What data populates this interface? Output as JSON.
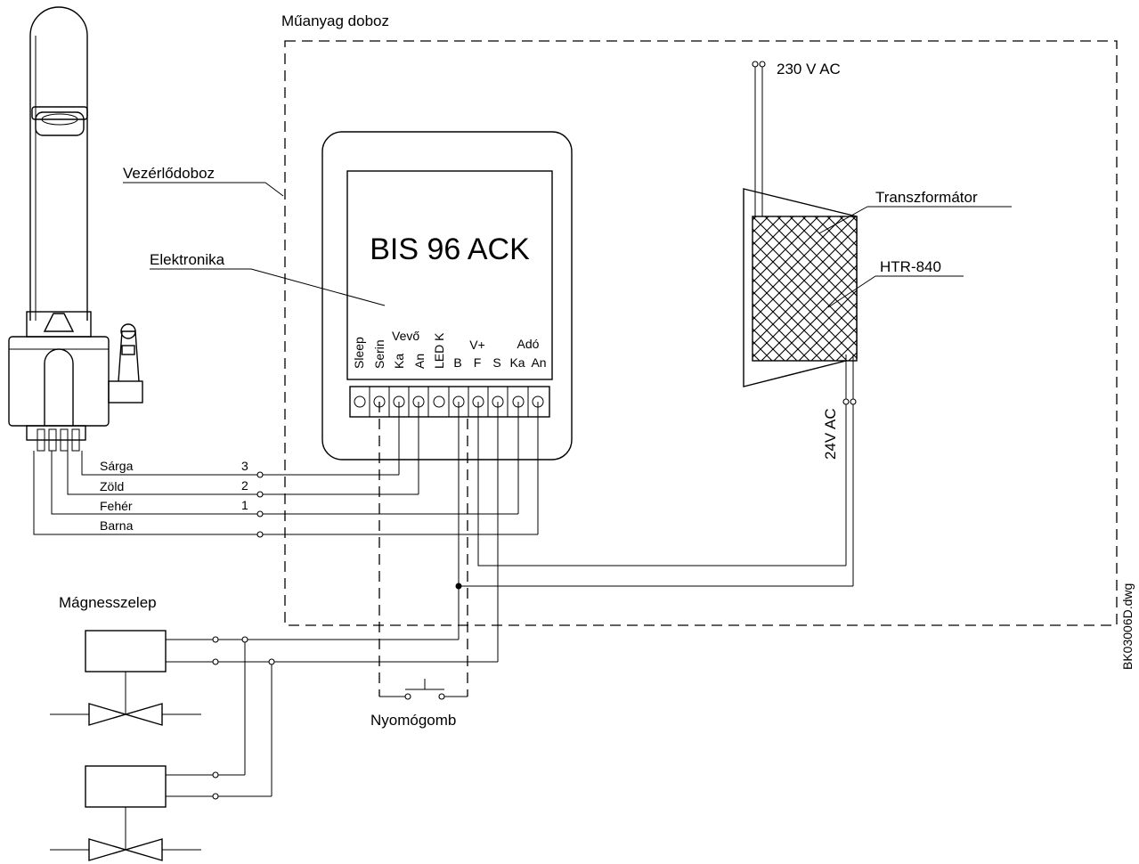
{
  "labels": {
    "plastic_box": "Műanyag doboz",
    "control_box": "Vezérlődoboz",
    "electronics": "Elektronika",
    "module": "BIS 96 ACK",
    "transformer": "Transzformátor",
    "transformer_model": "HTR-840",
    "mains": "230 V AC",
    "secondary": "24V AC",
    "solenoid_valve": "Mágnesszelep",
    "push_button": "Nyomógomb",
    "drawing_id": "BK03006D.dwg"
  },
  "terminal_group_labels": {
    "receiver": "Vevő",
    "vplus": "V+",
    "transmitter": "Adó"
  },
  "terminals": [
    {
      "label": "Sleep",
      "vertical": true
    },
    {
      "label": "Serin",
      "vertical": true
    },
    {
      "label": "Ka",
      "vertical": true
    },
    {
      "label": "An",
      "vertical": true
    },
    {
      "label": "LED K",
      "vertical": true
    },
    {
      "label": "B",
      "vertical": false
    },
    {
      "label": "F",
      "vertical": false
    },
    {
      "label": "S",
      "vertical": false
    },
    {
      "label": "Ka",
      "vertical": false
    },
    {
      "label": "An",
      "vertical": false
    }
  ],
  "wires": [
    {
      "color": "Sárga",
      "number": "3"
    },
    {
      "color": "Zöld",
      "number": "2"
    },
    {
      "color": "Fehér",
      "number": "1"
    },
    {
      "color": "Barna",
      "number": ""
    }
  ]
}
